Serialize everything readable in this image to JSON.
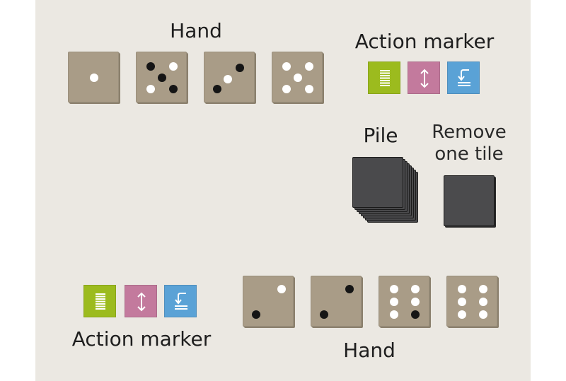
{
  "labels": {
    "hand_top": "Hand",
    "action_marker_top": "Action marker",
    "pile": "Pile",
    "remove_line1": "Remove",
    "remove_line2": "one tile",
    "action_marker_bottom": "Action marker",
    "hand_bottom": "Hand"
  },
  "colors": {
    "board": "#ebe8e2",
    "tile": "#a99c87",
    "pile": "#4a4a4c",
    "marker_green": "#9cbb1e",
    "marker_pink": "#c37a9d",
    "marker_blue": "#5aa2d6"
  },
  "icons": {
    "green": "stack-lines-icon",
    "pink": "up-down-arrow-icon",
    "blue": "return-to-stack-icon"
  },
  "top_hand_tiles": [
    {
      "name": "tile-one-white",
      "pips": 1,
      "colors": [
        "w"
      ]
    },
    {
      "name": "tile-five-mixed",
      "pips": 5,
      "colors": [
        "b",
        "w",
        "b",
        "w",
        "b"
      ]
    },
    {
      "name": "tile-three-mixed",
      "pips": 3,
      "colors": [
        "b",
        "w",
        "b"
      ]
    },
    {
      "name": "tile-five-white",
      "pips": 5,
      "colors": [
        "w",
        "w",
        "w",
        "w",
        "w"
      ]
    }
  ],
  "bottom_hand_tiles": [
    {
      "name": "tile-two-mixed",
      "pips": 2,
      "colors": [
        "w",
        "b"
      ]
    },
    {
      "name": "tile-two-black",
      "pips": 2,
      "colors": [
        "b",
        "b"
      ]
    },
    {
      "name": "tile-six-mixed",
      "pips": 6,
      "colors": [
        "w",
        "w",
        "w",
        "w",
        "w",
        "b"
      ]
    },
    {
      "name": "tile-six-white",
      "pips": 6,
      "colors": [
        "w",
        "w",
        "w",
        "w",
        "w",
        "w"
      ]
    }
  ]
}
